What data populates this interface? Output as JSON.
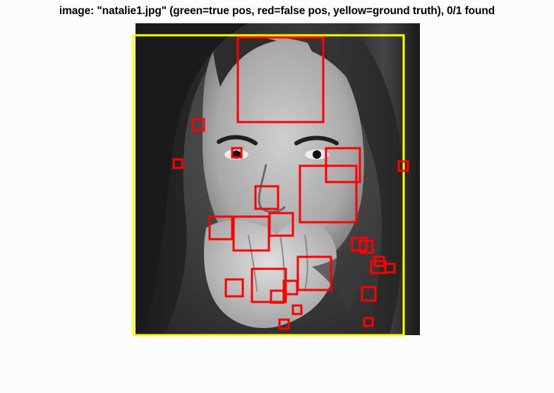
{
  "figure": {
    "title": "image: \"natalie1.jpg\" (green=true pos, red=false pos, yellow=ground truth), 0/1 found",
    "image_name": "natalie1.jpg",
    "ground_truth_color": "#ffff00",
    "false_positive_color": "#ff0000",
    "true_positive_color": "#00cc00",
    "found": 0,
    "total": 1,
    "image_content": "grayscale photo"
  }
}
